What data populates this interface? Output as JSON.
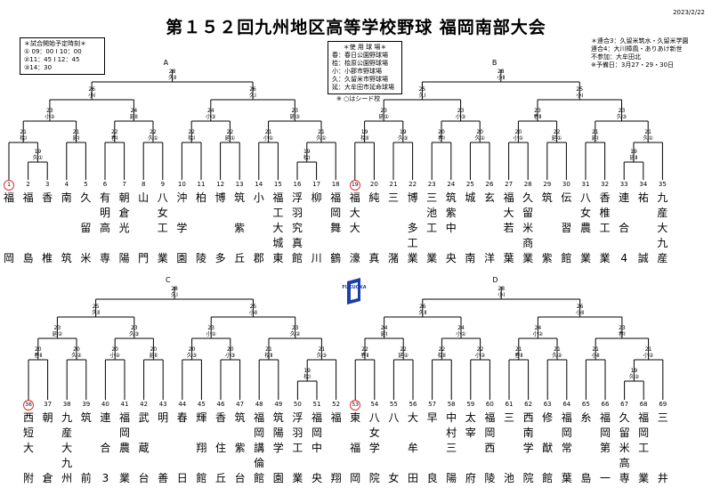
{
  "title": "第１５２回九州地区高等学校野球 福岡南部大会",
  "date": "2023/2/22",
  "start_times": {
    "header": "＊試合開始予定時刻＊",
    "lines": [
      "①  09：00   Ⅰ 10：00",
      "②11：45   Ⅰ 12：45",
      "③14：30"
    ]
  },
  "venues": {
    "header": "＊使 用 球 場＊",
    "lines": [
      "春：春日公園野球場",
      "桧：桧原公園野球場",
      "小：小郡市野球場",
      "久：久留米市野球場",
      "延：大牟田市延命球場"
    ]
  },
  "seed_note": "※ ○はシード校",
  "notes": [
    "＊連合3：久留米筑水・久留米学園",
    "連合4：大川樟風・ありあけ新世",
    "不参加：大牟田北",
    "※予備日：3月27・29・30日"
  ],
  "logo_text": "FUKUOKA",
  "top": {
    "blocks": [
      "A",
      "B"
    ],
    "final_round": [
      {
        "game": "28",
        "venue": "久Ⅱ"
      },
      {
        "game": "28",
        "venue": "小Ⅱ"
      }
    ],
    "round4": [
      {
        "game": "26",
        "venue": "小Ⅰ"
      },
      {
        "game": "26",
        "venue": "久Ⅰ"
      },
      {
        "game": "25",
        "venue": "久Ⅰ"
      },
      {
        "game": "25",
        "venue": "小Ⅰ"
      }
    ],
    "round3": [
      {
        "game": "23",
        "venue": "小②"
      },
      {
        "game": "24",
        "venue": "延Ⅱ"
      },
      {
        "game": "24",
        "venue": "小③"
      },
      {
        "game": "23",
        "venue": "延③"
      },
      {
        "game": "23",
        "venue": "延①"
      },
      {
        "game": "23",
        "venue": "小③"
      },
      {
        "game": "23",
        "venue": "春Ⅱ"
      },
      {
        "game": "23",
        "venue": "久③"
      }
    ],
    "round2": [
      {
        "game": "21",
        "venue": "桧Ⅰ"
      },
      {
        "game": "21",
        "venue": "延Ⅰ"
      },
      {
        "game": "22",
        "venue": "春Ⅰ"
      },
      {
        "game": "22",
        "venue": "久①"
      },
      {
        "game": "22",
        "venue": "桧Ⅰ"
      },
      {
        "game": "22",
        "venue": "延①"
      },
      {
        "game": "21",
        "venue": "小①"
      },
      {
        "game": "21",
        "venue": "久①"
      },
      {
        "game": "19",
        "venue": "桧Ⅱ"
      },
      {
        "game": "19",
        "venue": "久③"
      },
      {
        "game": "20",
        "venue": "春Ⅰ"
      },
      {
        "game": "20",
        "venue": "久①"
      },
      {
        "game": "20",
        "venue": "小①"
      },
      {
        "game": "22",
        "venue": "延①"
      },
      {
        "game": "21",
        "venue": "延Ⅰ"
      },
      {
        "game": "21",
        "venue": "久①"
      }
    ],
    "round1": [
      {
        "game": "19",
        "venue": "久①"
      },
      {
        "game": "19",
        "venue": "桧Ⅰ"
      },
      {
        "game": "19",
        "venue": "延Ⅱ"
      }
    ],
    "teams": [
      {
        "no": "1",
        "name": "福\n\n\n\n岡",
        "seed": true
      },
      {
        "no": "2",
        "name": "福\n\n\n\n島"
      },
      {
        "no": "3",
        "name": "香\n\n\n\n椎"
      },
      {
        "no": "4",
        "name": "南\n\n\n\n筑"
      },
      {
        "no": "5",
        "name": "久\n\n留\n\n米"
      },
      {
        "no": "6",
        "name": "有\n明\n高\n\n専"
      },
      {
        "no": "7",
        "name": "朝\n倉\n光\n\n陽"
      },
      {
        "no": "8",
        "name": "山\n\n\n\n門"
      },
      {
        "no": "9",
        "name": "八\n女\n工\n\n業"
      },
      {
        "no": "10",
        "name": "沖\n\n学\n\n園"
      },
      {
        "no": "11",
        "name": "柏\n\n\n\n陵"
      },
      {
        "no": "12",
        "name": "博\n\n\n\n多"
      },
      {
        "no": "13",
        "name": "筑\n\n紫\n\n丘"
      },
      {
        "no": "14",
        "name": "小\n\n\n\n郡"
      },
      {
        "no": "15",
        "name": "福\n工\n大\n城\n東"
      },
      {
        "no": "16",
        "name": "浮\n羽\n究\n真\n館"
      },
      {
        "no": "17",
        "name": "柳\n\n\n\n川"
      },
      {
        "no": "18",
        "name": "福\n岡\n舞\n\n鶴"
      },
      {
        "no": "19",
        "name": "福\n大\n大\n\n濠",
        "seed": true
      },
      {
        "no": "20",
        "name": "純\n\n\n\n真"
      },
      {
        "no": "21",
        "name": "三\n\n\n\n潴"
      },
      {
        "no": "22",
        "name": "博\n\n多\n工\n業"
      },
      {
        "no": "23",
        "name": "三\n池\n工\n\n業"
      },
      {
        "no": "24",
        "name": "筑\n紫\n中\n\n央"
      },
      {
        "no": "25",
        "name": "城\n\n\n\n南"
      },
      {
        "no": "26",
        "name": "玄\n\n\n\n洋"
      },
      {
        "no": "27",
        "name": "福\n大\n若\n\n葉"
      },
      {
        "no": "28",
        "name": "久\n留\n米\n商\n業"
      },
      {
        "no": "29",
        "name": "筑\n\n\n\n紫"
      },
      {
        "no": "30",
        "name": "伝\n\n習\n\n館"
      },
      {
        "no": "31",
        "name": "八\n女\n農\n\n業"
      },
      {
        "no": "32",
        "name": "香\n椎\n工\n\n業"
      },
      {
        "no": "33",
        "name": "連\n\n合\n\n4"
      },
      {
        "no": "34",
        "name": "祐\n\n\n\n誠"
      },
      {
        "no": "35",
        "name": "九\n産\n大\n九\n産"
      }
    ]
  },
  "bottom": {
    "blocks": [
      "C",
      "D"
    ],
    "final_round": [
      {
        "game": "28",
        "venue": "久Ⅰ"
      },
      {
        "game": "28",
        "venue": "小Ⅰ"
      }
    ],
    "round4": [
      {
        "game": "25",
        "venue": "久Ⅱ"
      },
      {
        "game": "25",
        "venue": "小Ⅱ"
      },
      {
        "game": "26",
        "venue": "久Ⅱ"
      },
      {
        "game": "26",
        "venue": "小Ⅱ"
      }
    ],
    "round3": [
      {
        "game": "23",
        "venue": "延②"
      },
      {
        "game": "23",
        "venue": "久③"
      },
      {
        "game": "23",
        "venue": "小①"
      },
      {
        "game": "23",
        "venue": "久②"
      },
      {
        "game": "24",
        "venue": "延Ⅰ"
      },
      {
        "game": "24",
        "venue": "小①"
      },
      {
        "game": "24",
        "venue": "小②"
      },
      {
        "game": "23",
        "venue": "春Ⅰ"
      }
    ],
    "round2": [
      {
        "game": "20",
        "venue": "春Ⅱ"
      },
      {
        "game": "20",
        "venue": "久②"
      },
      {
        "game": "20",
        "venue": "小②"
      },
      {
        "game": "20",
        "venue": "延Ⅱ"
      },
      {
        "game": "20",
        "venue": "久③"
      },
      {
        "game": "20",
        "venue": "小③"
      },
      {
        "game": "21",
        "venue": "桧Ⅱ"
      },
      {
        "game": "21",
        "venue": "久③"
      },
      {
        "game": "22",
        "venue": "春Ⅱ"
      },
      {
        "game": "22",
        "venue": "延②"
      },
      {
        "game": "22",
        "venue": "桧Ⅱ"
      },
      {
        "game": "22",
        "venue": "小②"
      },
      {
        "game": "21",
        "venue": "春Ⅱ"
      },
      {
        "game": "21",
        "venue": "久②"
      },
      {
        "game": "21",
        "venue": "小Ⅱ"
      },
      {
        "game": "21",
        "venue": "小②"
      }
    ],
    "round1": [
      {
        "game": "19",
        "venue": "桧Ⅰ"
      },
      {
        "game": "19",
        "venue": "久②"
      }
    ],
    "teams": [
      {
        "no": "36",
        "name": "西\n短\n大\n\n附",
        "seed": true
      },
      {
        "no": "37",
        "name": "朝\n\n\n\n倉"
      },
      {
        "no": "38",
        "name": "九\n産\n大\n九\n州"
      },
      {
        "no": "39",
        "name": "筑\n\n\n\n前"
      },
      {
        "no": "40",
        "name": "連\n\n合\n\n3"
      },
      {
        "no": "41",
        "name": "福\n岡\n農\n\n業"
      },
      {
        "no": "42",
        "name": "武\n\n蔵\n\n台"
      },
      {
        "no": "43",
        "name": "明\n\n\n\n善"
      },
      {
        "no": "44",
        "name": "春\n\n\n\n日"
      },
      {
        "no": "45",
        "name": "輝\n\n翔\n\n館"
      },
      {
        "no": "46",
        "name": "香\n\n住\n\n丘"
      },
      {
        "no": "47",
        "name": "筑\n\n紫\n\n台"
      },
      {
        "no": "48",
        "name": "福\n岡\n講\n倫\n館"
      },
      {
        "no": "49",
        "name": "筑\n陽\n学\n\n園"
      },
      {
        "no": "50",
        "name": "浮\n羽\n工\n\n業"
      },
      {
        "no": "51",
        "name": "福\n岡\n中\n\n央"
      },
      {
        "no": "52",
        "name": "福\n\n\n\n翔"
      },
      {
        "no": "53",
        "name": "東\n\n福\n\n岡",
        "seed": true
      },
      {
        "no": "54",
        "name": "八\n女\n学\n\n院"
      },
      {
        "no": "55",
        "name": "八\n\n\n\n女"
      },
      {
        "no": "56",
        "name": "大\n\n牟\n\n田"
      },
      {
        "no": "57",
        "name": "早\n\n\n\n良"
      },
      {
        "no": "58",
        "name": "中\n村\n三\n\n陽"
      },
      {
        "no": "59",
        "name": "太\n宰\n\n\n府"
      },
      {
        "no": "60",
        "name": "福\n岡\n西\n\n陵"
      },
      {
        "no": "61",
        "name": "三\n\n\n\n池"
      },
      {
        "no": "62",
        "name": "西\n南\n学\n\n院"
      },
      {
        "no": "63",
        "name": "修\n\n猷\n\n館"
      },
      {
        "no": "64",
        "name": "福\n岡\n常\n\n葉"
      },
      {
        "no": "65",
        "name": "糸\n\n\n\n島"
      },
      {
        "no": "66",
        "name": "福\n岡\n第\n\n一"
      },
      {
        "no": "67",
        "name": "久\n留\n米\n高\n専"
      },
      {
        "no": "68",
        "name": "福\n岡\n工\n\n業"
      },
      {
        "no": "69",
        "name": "三\n\n\n\n井"
      }
    ]
  }
}
